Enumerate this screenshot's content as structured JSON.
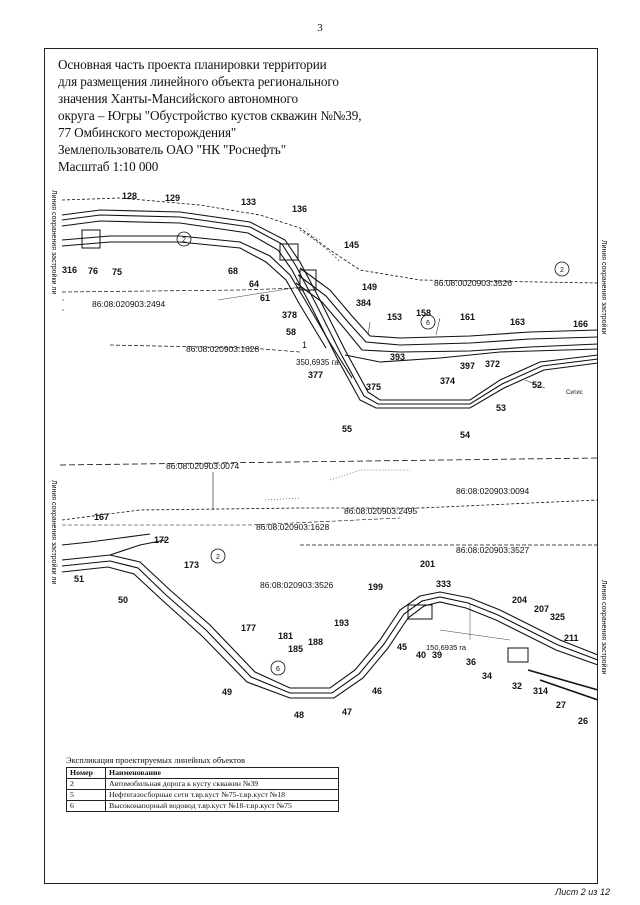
{
  "page_number": "3",
  "title_lines": [
    "Основная часть проекта планировки территории",
    "для размещения линейного объекта регионального",
    "значения Ханты-Мансийского автономного",
    "округа – Югры \"Обустройство кустов скважин №№39,",
    "77 Омбинского  месторождения\"",
    "Землепользователь ОАО \"НК \"Роснефть\"",
    "Масштаб 1:10 000"
  ],
  "side_labels": {
    "upper_left": "Линия сохранения застройки ли",
    "upper_right": "Линия сохранения застройки",
    "lower_left": "Линия сохранения застройки ли",
    "lower_right": "Линия сохранения застройки"
  },
  "upper_map": {
    "cadastral": [
      "86:08:0020903:3526",
      "86:08:020903:2494",
      "86:08:020903:1628"
    ],
    "points": [
      "128",
      "129",
      "133",
      "136",
      "145",
      "149",
      "384",
      "378",
      "153",
      "158",
      "161",
      "163",
      "166",
      "316",
      "76",
      "75",
      "68",
      "64",
      "61",
      "58",
      "1",
      "350,6935 га",
      "377",
      "393",
      "397",
      "372",
      "374",
      "375",
      "55",
      "54",
      "53",
      "52"
    ],
    "circles": [
      "2",
      "2",
      "6"
    ],
    "note": "Ситис"
  },
  "lower_map": {
    "cadastral": [
      "86:08:020903:0074",
      "86:08:020903:0094",
      "86:08:020903:2495",
      "86:08:020903:1628",
      "86:08:020903:3527",
      "86:08:020903:3526"
    ],
    "points": [
      "167",
      "172",
      "173",
      "51",
      "50",
      "177",
      "181",
      "185",
      "188",
      "193",
      "199",
      "201",
      "333",
      "204",
      "207",
      "325",
      "211",
      "45",
      "40",
      "39",
      "36",
      "34",
      "32",
      "314",
      "27",
      "26",
      "49",
      "48",
      "47",
      "46",
      "150,6935 га"
    ],
    "circles": [
      "2",
      "6"
    ]
  },
  "legend": {
    "title": "Экспликация проектируемых линейных объектов",
    "headers": [
      "Номер",
      "Наименование"
    ],
    "rows": [
      [
        "2",
        "Автомобильная дорога к кусту скважин №39"
      ],
      [
        "5",
        "Нефтегазосборные сети т.вр.куст №75-т.вр.куст №18"
      ],
      [
        "6",
        "Высоконапорный водовод т.вр.куст №18-т.вр.куст №75"
      ]
    ]
  },
  "sheet_count": "Лист 2 из 12"
}
